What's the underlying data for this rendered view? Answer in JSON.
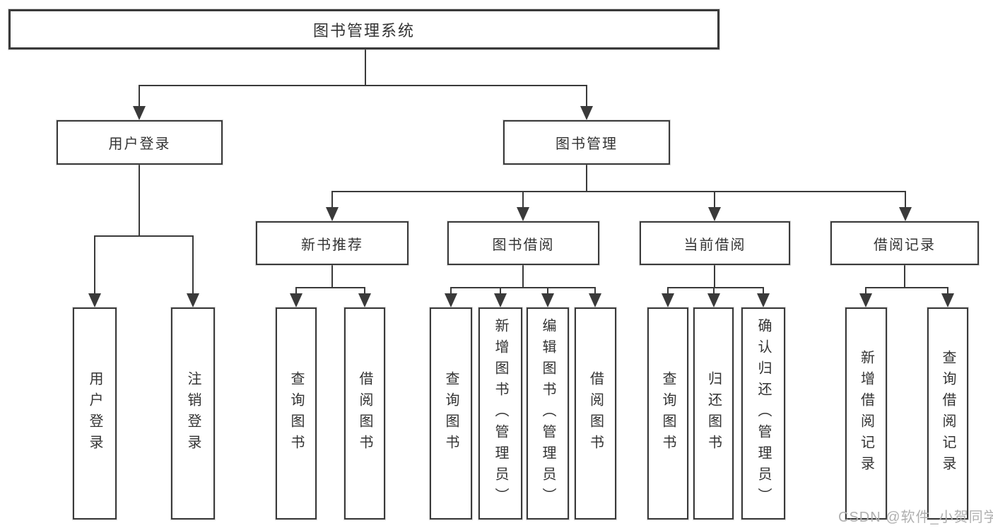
{
  "diagram": {
    "title": "图书管理系统",
    "root": {
      "label": "图书管理系统"
    },
    "branches": [
      {
        "label": "用户登录",
        "children": [
          {
            "label": "用户登录"
          },
          {
            "label": "注销登录"
          }
        ]
      },
      {
        "label": "图书管理",
        "children": [
          {
            "label": "新书推荐",
            "children": [
              {
                "label": "查询图书"
              },
              {
                "label": "借阅图书"
              }
            ]
          },
          {
            "label": "图书借阅",
            "children": [
              {
                "label": "查询图书"
              },
              {
                "label": "新增图书（管理员）"
              },
              {
                "label": "编辑图书（管理员）"
              },
              {
                "label": "借阅图书"
              }
            ]
          },
          {
            "label": "当前借阅",
            "children": [
              {
                "label": "查询图书"
              },
              {
                "label": "归还图书"
              },
              {
                "label": "确认归还（管理员）"
              }
            ]
          },
          {
            "label": "借阅记录",
            "children": [
              {
                "label": "新增借阅记录"
              },
              {
                "label": "查询借阅记录"
              }
            ]
          }
        ]
      }
    ]
  },
  "watermark": {
    "text": "CSDN @软件_小贺同学"
  },
  "colors": {
    "line": "#3a3a3a",
    "box_border": "#3a3a3a",
    "box_background": "#ffffff",
    "text": "#333333",
    "watermark": "#b0b0b0"
  }
}
